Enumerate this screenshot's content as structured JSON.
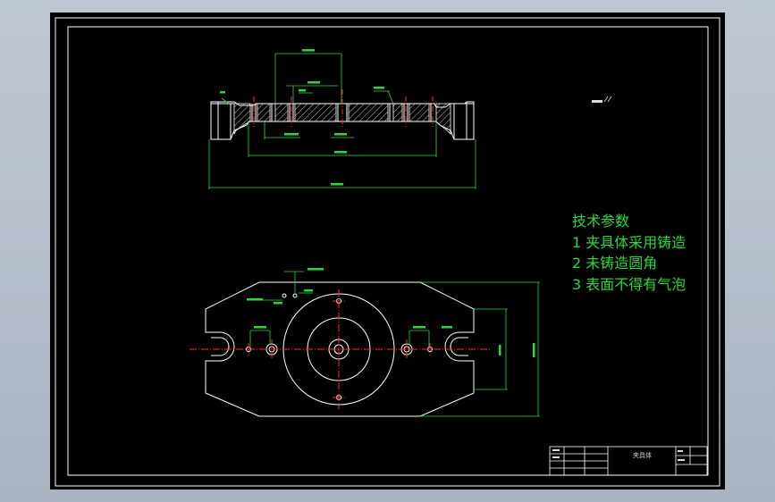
{
  "technical_notes": {
    "title": "技术参数",
    "items": [
      {
        "num": "1",
        "text": "夹具体采用铸造"
      },
      {
        "num": "2",
        "text": "未铸造圆角"
      },
      {
        "num": "3",
        "text": "表面不得有气泡"
      }
    ]
  },
  "title_block": {
    "part_name": "夹具体"
  },
  "colors": {
    "sheet_background": "#000000",
    "geometry": "#ffffff",
    "dimension": "#2bd83a",
    "centerline": "#ff2a2a",
    "hatch": "#ffffff"
  }
}
